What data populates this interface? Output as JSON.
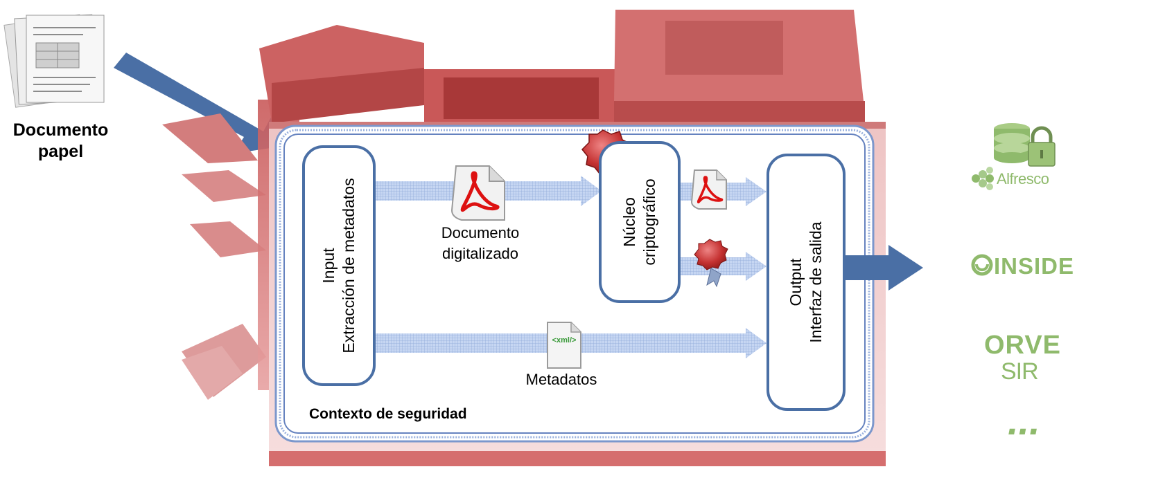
{
  "paper": {
    "label_line1": "Documento",
    "label_line2": "papel"
  },
  "input_box": {
    "line1": "Input",
    "line2": "Extracción de metadatos"
  },
  "crypto_box": {
    "line1": "Núcleo",
    "line2": "criptográfico"
  },
  "output_box": {
    "line1": "Output",
    "line2": "Interfaz de salida"
  },
  "digitized": {
    "line1": "Documento",
    "line2": "digitalizado"
  },
  "metadata_label": "Metadatos",
  "xml_icon_text": "<xml/>",
  "security_context": "Contexto de seguridad",
  "logos": {
    "alfresco": "Alfresco",
    "inside": "INSIDE",
    "orve": "ORVE",
    "sir": "SIR",
    "more": "..."
  },
  "colors": {
    "printer": "#cf6a6a",
    "printer_dark": "#a83838",
    "arrow_blue": "#4a6fa5",
    "flow_arrow": "#b4c8ec",
    "logo_green": "#8fba6c",
    "seal_red": "#b82a2a"
  }
}
